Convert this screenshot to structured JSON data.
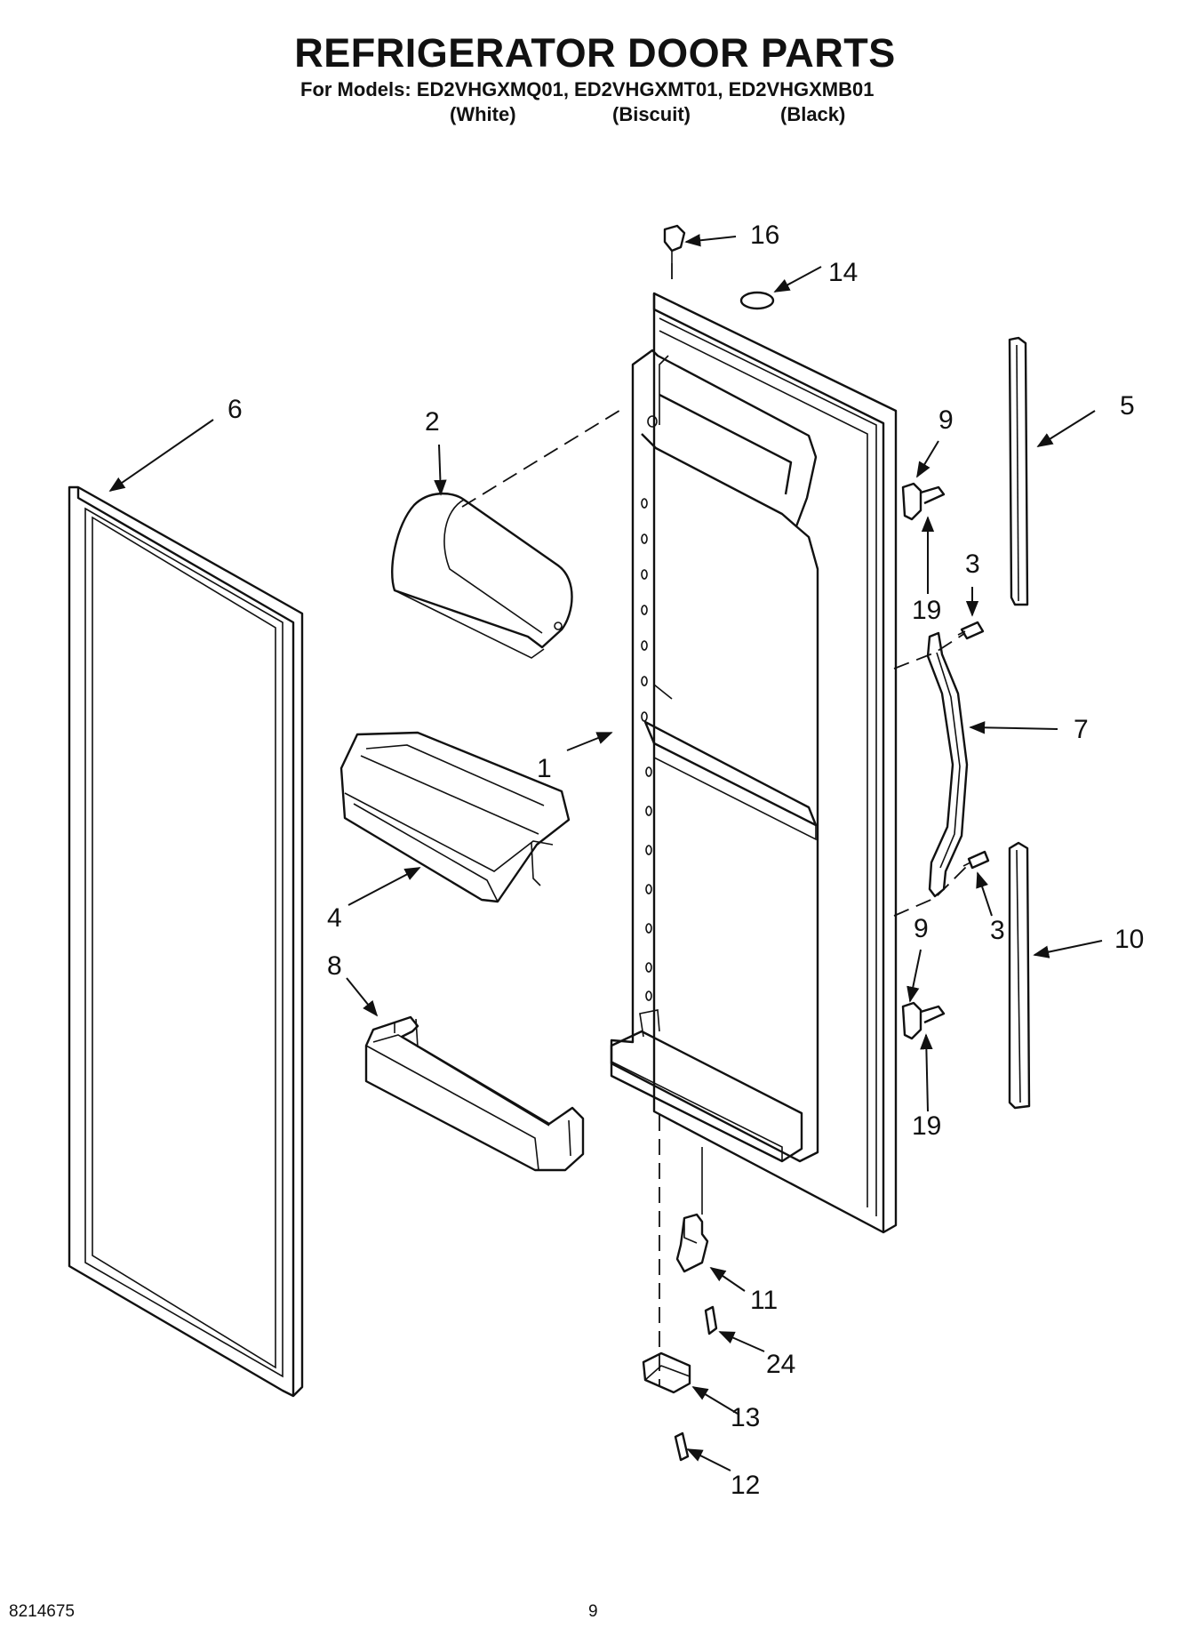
{
  "header": {
    "title": "REFRIGERATOR DOOR PARTS",
    "models": "For Models: ED2VHGXMQ01, ED2VHGXMT01, ED2VHGXMB01",
    "colors": [
      "(White)",
      "(Biscuit)",
      "(Black)"
    ]
  },
  "callouts": {
    "c1": "1",
    "c2": "2",
    "c3a": "3",
    "c3b": "3",
    "c4": "4",
    "c5": "5",
    "c6": "6",
    "c7": "7",
    "c8": "8",
    "c9a": "9",
    "c9b": "9",
    "c10": "10",
    "c11": "11",
    "c12": "12",
    "c13": "13",
    "c14": "14",
    "c16": "16",
    "c19a": "19",
    "c19b": "19",
    "c24": "24"
  },
  "footer": {
    "doc_number": "8214675",
    "page_number": "9"
  }
}
